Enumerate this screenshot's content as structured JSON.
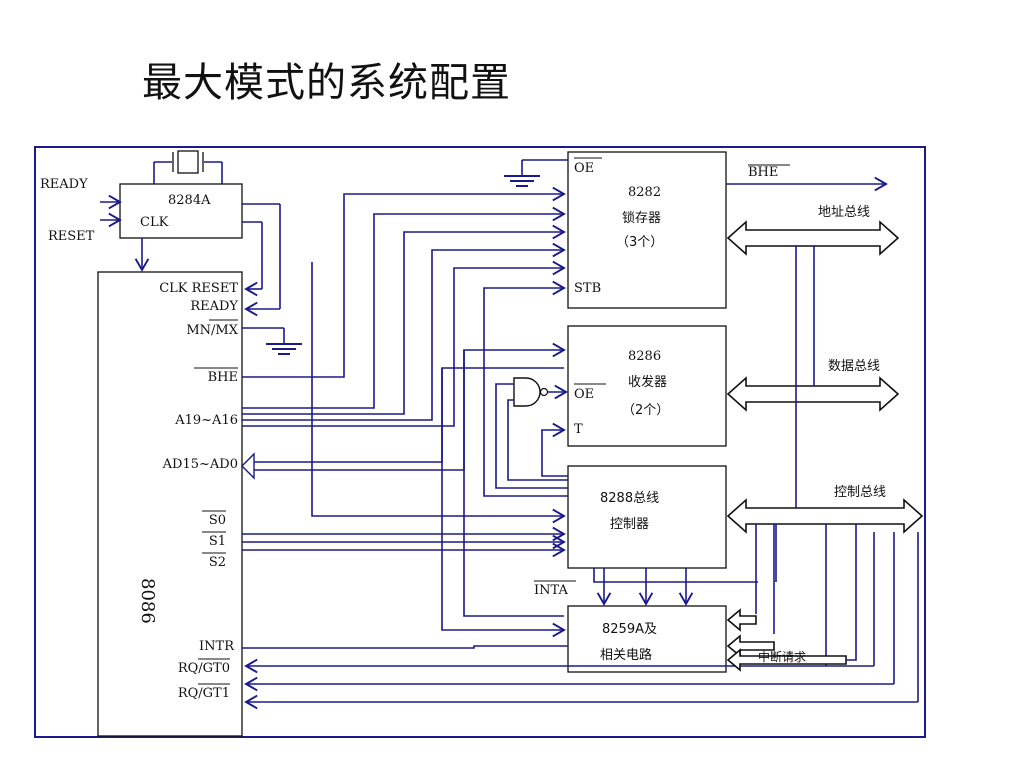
{
  "slide": {
    "title": "最大模式的系统配置"
  },
  "diagram": {
    "clock": {
      "chip": "8284A",
      "clk": "CLK",
      "ready_in": "READY",
      "reset_in": "RESET"
    },
    "cpu": {
      "name": "8086",
      "pins": {
        "clk_reset": "CLK RESET",
        "ready": "READY",
        "mn_mx": "MN/MX",
        "bhe": "BHE",
        "a19_a16": "A19~A16",
        "ad15_ad0": "AD15~AD0",
        "s0": "S0",
        "s1": "S1",
        "s2": "S2",
        "intr": "INTR",
        "rq_gt0": "RQ/GT0",
        "rq_gt1": "RQ/GT1"
      }
    },
    "latch": {
      "chip": "8282",
      "name": "锁存器",
      "count": "（3个）",
      "oe": "OE",
      "stb": "STB"
    },
    "transceiver": {
      "chip": "8286",
      "name": "收发器",
      "count": "（2个）",
      "oe": "OE",
      "t": "T"
    },
    "bus_controller": {
      "line1": "8288总线",
      "line2": "控制器"
    },
    "interrupt": {
      "line1": "8259A及",
      "line2": "相关电路",
      "inta": "INTA"
    },
    "buses": {
      "bhe_out": "BHE",
      "address": "地址总线",
      "data": "数据总线",
      "control": "控制总线",
      "irq": "中断请求"
    }
  }
}
